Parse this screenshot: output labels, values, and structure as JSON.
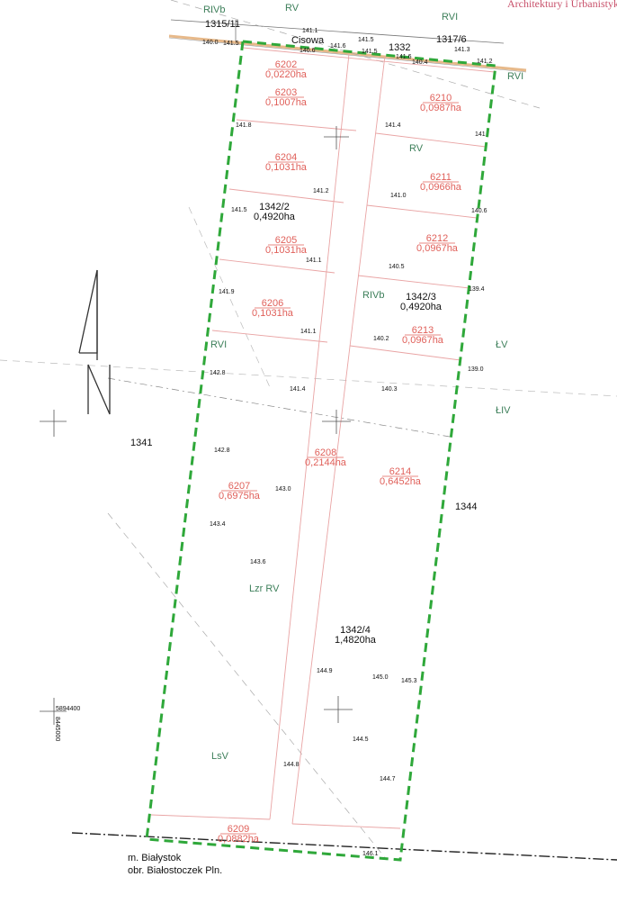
{
  "header": {
    "institution": "Architektury i Urbanistyki"
  },
  "street": "Cisowa",
  "parcels": [
    {
      "id": "6202",
      "area": "0,0220ha"
    },
    {
      "id": "6203",
      "area": "0,1007ha"
    },
    {
      "id": "6210",
      "area": "0,0987ha"
    },
    {
      "id": "6204",
      "area": "0,1031ha"
    },
    {
      "id": "6211",
      "area": "0,0966ha"
    },
    {
      "id": "6205",
      "area": "0,1031ha"
    },
    {
      "id": "6212",
      "area": "0,0967ha"
    },
    {
      "id": "6206",
      "area": "0,1031ha"
    },
    {
      "id": "6213",
      "area": "0,0967ha"
    },
    {
      "id": "6208",
      "area": "0,2144ha"
    },
    {
      "id": "6207",
      "area": "0,6975ha"
    },
    {
      "id": "6214",
      "area": "0,6452ha"
    },
    {
      "id": "6209",
      "area": "0,0882ha"
    }
  ],
  "source_parcels": [
    {
      "id": "1342/2",
      "area": "0,4920ha"
    },
    {
      "id": "1342/3",
      "area": "0,4920ha"
    },
    {
      "id": "1342/4",
      "area": "1,4820ha"
    }
  ],
  "neighbor_parcels": [
    "1341",
    "1344",
    "1315/11",
    "1332",
    "1317/6"
  ],
  "soil_classes": [
    "RIVb",
    "RV",
    "RVI",
    "RVI",
    "RV",
    "RIVb",
    "RVI",
    "ŁV",
    "ŁIV",
    "Lzr RV",
    "LsV"
  ],
  "heights": [
    "141.1",
    "141.5",
    "141.6",
    "141.5",
    "141.3",
    "140.0",
    "140.6",
    "141.6",
    "140.4",
    "141.2",
    "141.5",
    "141.8",
    "141.4",
    "141",
    "141.2",
    "141.5",
    "141.0",
    "140.6",
    "141.1",
    "140.5",
    "141.9",
    "139.4",
    "141.1",
    "140.2",
    "142.8",
    "141.4",
    "140.3",
    "139.0",
    "142.8",
    "143.0",
    "143.4",
    "143.6",
    "144.9",
    "145.0",
    "145.3",
    "144.5",
    "144.8",
    "144.7",
    "146.1"
  ],
  "coordinates": {
    "north": "5894400",
    "east": "8445000"
  },
  "footer": {
    "city": "m. Białystok",
    "precinct": "obr. Białostoczek Pln."
  },
  "colors": {
    "boundary": "#2fa83a",
    "parcel_label": "#e0605a",
    "soil_label": "#3d7f5a"
  }
}
